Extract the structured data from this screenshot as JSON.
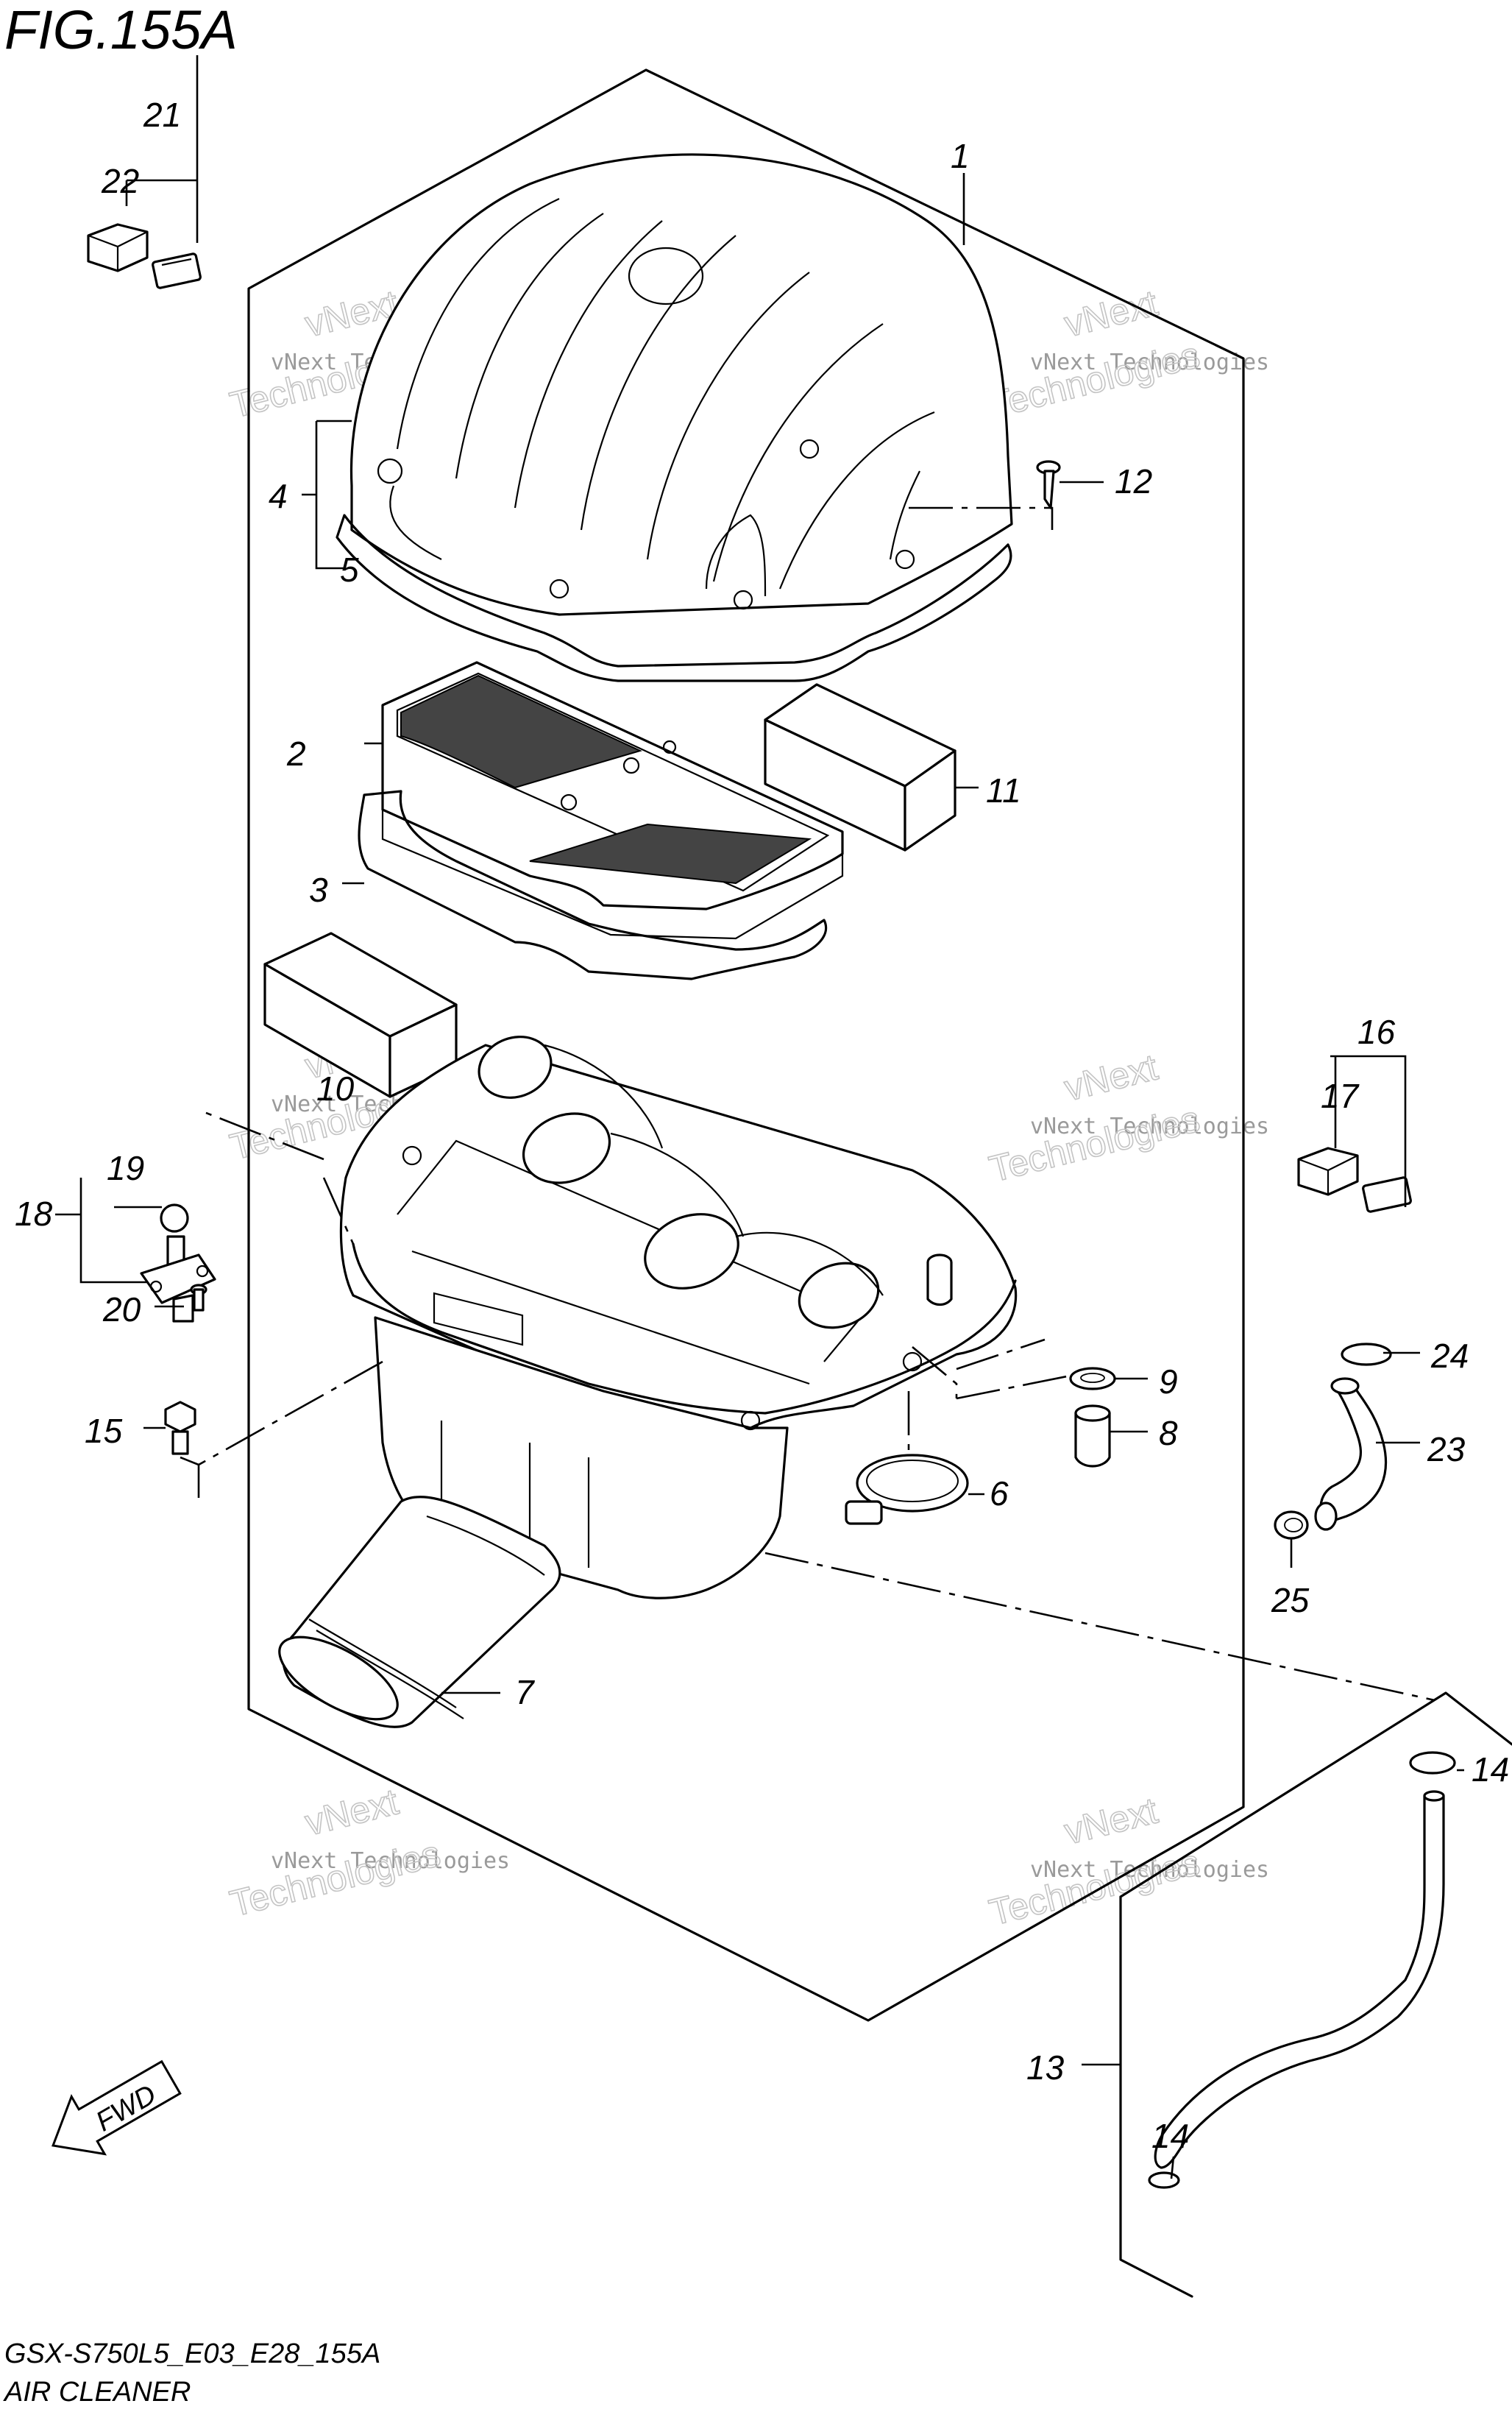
{
  "figure": {
    "title": "FIG.155A",
    "code": "GSX-S750L5_E03_E28_155A",
    "name": "AIR CLEANER",
    "fwd_label": "FWD"
  },
  "watermark": {
    "line1": "vNext Technologies",
    "line2": "Technologies",
    "line3": "vNext"
  },
  "callouts": [
    "1",
    "2",
    "3",
    "4",
    "5",
    "6",
    "7",
    "8",
    "9",
    "10",
    "11",
    "12",
    "13",
    "14",
    "14",
    "15",
    "16",
    "17",
    "18",
    "19",
    "20",
    "21",
    "22",
    "23",
    "24",
    "25"
  ]
}
